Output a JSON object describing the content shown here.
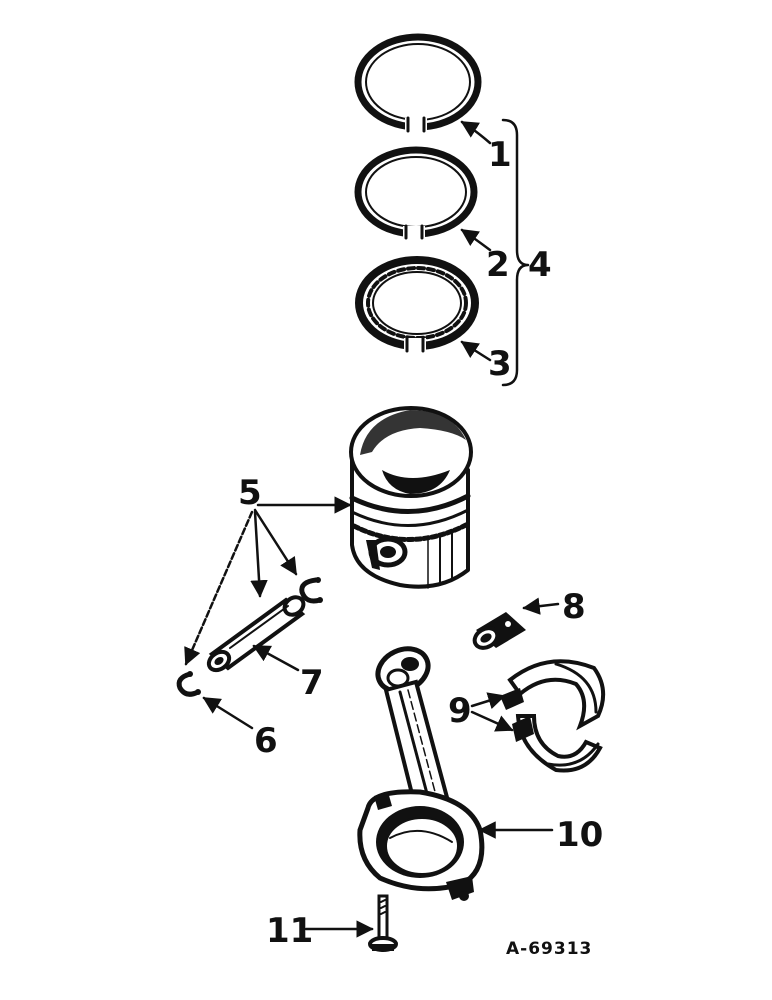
{
  "colors": {
    "ink": "#111111",
    "paper": "#ffffff"
  },
  "callouts": {
    "c1": "1",
    "c2": "2",
    "c3": "3",
    "c4": "4",
    "c5": "5",
    "c6": "6",
    "c7": "7",
    "c8": "8",
    "c9": "9",
    "c10": "10",
    "c11": "11"
  },
  "figure_number": "A-69313"
}
